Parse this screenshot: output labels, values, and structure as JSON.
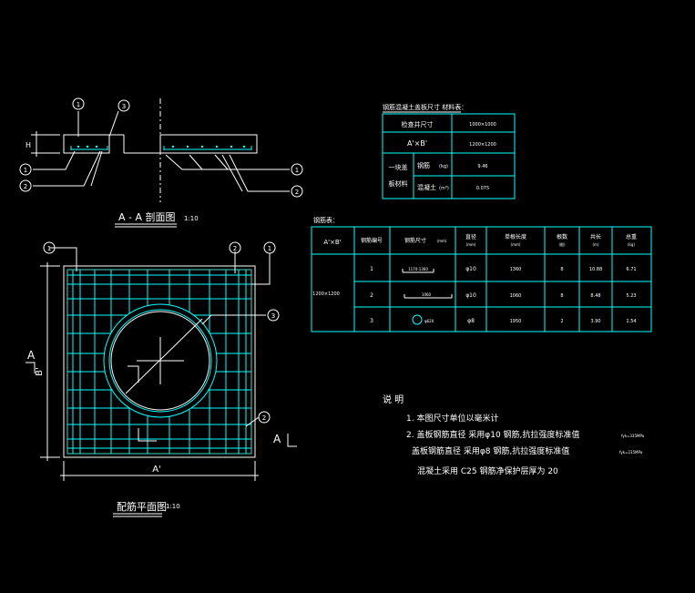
{
  "colors": {
    "background": "#000000",
    "line": "#ffffff",
    "rebar": "#00ffff",
    "table_border": "#00ffff"
  },
  "section": {
    "title": "A - A  剖面图",
    "scale": "1:10",
    "dim_label": "H",
    "callouts": {
      "c1": "1",
      "c2": "2",
      "c3": "3"
    }
  },
  "plan": {
    "title": "配筋平面图",
    "scale": "1:10",
    "dim_a": "A'",
    "dim_b": "B'",
    "cut_mark": "A",
    "callouts": {
      "c1": "1",
      "c2": "2",
      "c3": "3"
    }
  },
  "table1": {
    "title": "钢筋混凝土盖板尺寸 材料表：",
    "rows": [
      {
        "label": "检查井尺寸",
        "value": "1000×1000"
      },
      {
        "label": "A'×B'",
        "value": "1200×1200"
      },
      {
        "group": "一块盖",
        "label": "钢筋",
        "unit": "(kg)",
        "value": "9.46"
      },
      {
        "group": "板材料",
        "label": "混凝土",
        "unit": "(m³)",
        "value": "0.075"
      }
    ]
  },
  "table2": {
    "title": "钢筋表：",
    "headers": [
      "A'×B'",
      "钢筋编号",
      "钢筋尺寸",
      "直径",
      "单根长度",
      "根数",
      "共长",
      "总重"
    ],
    "subheaders": [
      "",
      "",
      "(mm)",
      "(mm)",
      "(mm)",
      "(根)",
      "(m)",
      "(kg)"
    ],
    "merged_label": "1200×1200",
    "rows": [
      {
        "no": "1",
        "shape": "1170-1360",
        "dia": "φ10",
        "len": "1360",
        "count": "8",
        "total": "10.88",
        "weight": "6.71"
      },
      {
        "no": "2",
        "shape": "1060",
        "dia": "φ10",
        "len": "1060",
        "count": "8",
        "total": "8.48",
        "weight": "5.23"
      },
      {
        "no": "3",
        "shape": "φ620",
        "dia": "φ8",
        "len": "1950",
        "count": "2",
        "total": "3.90",
        "weight": "1.54"
      }
    ]
  },
  "notes": {
    "heading": "说  明",
    "lines": [
      "1.  本图尺寸单位以毫米计",
      "2.  盖板钢筋直径        采用φ10      钢筋,抗拉强度标准值",
      "盖板钢筋直径        采用φ8      钢筋,抗拉强度标准值",
      "混凝土采用      C25      钢筋净保护层厚为        20"
    ],
    "strength1": "fyk=335MPa",
    "strength2": "fyk=235MPa"
  }
}
